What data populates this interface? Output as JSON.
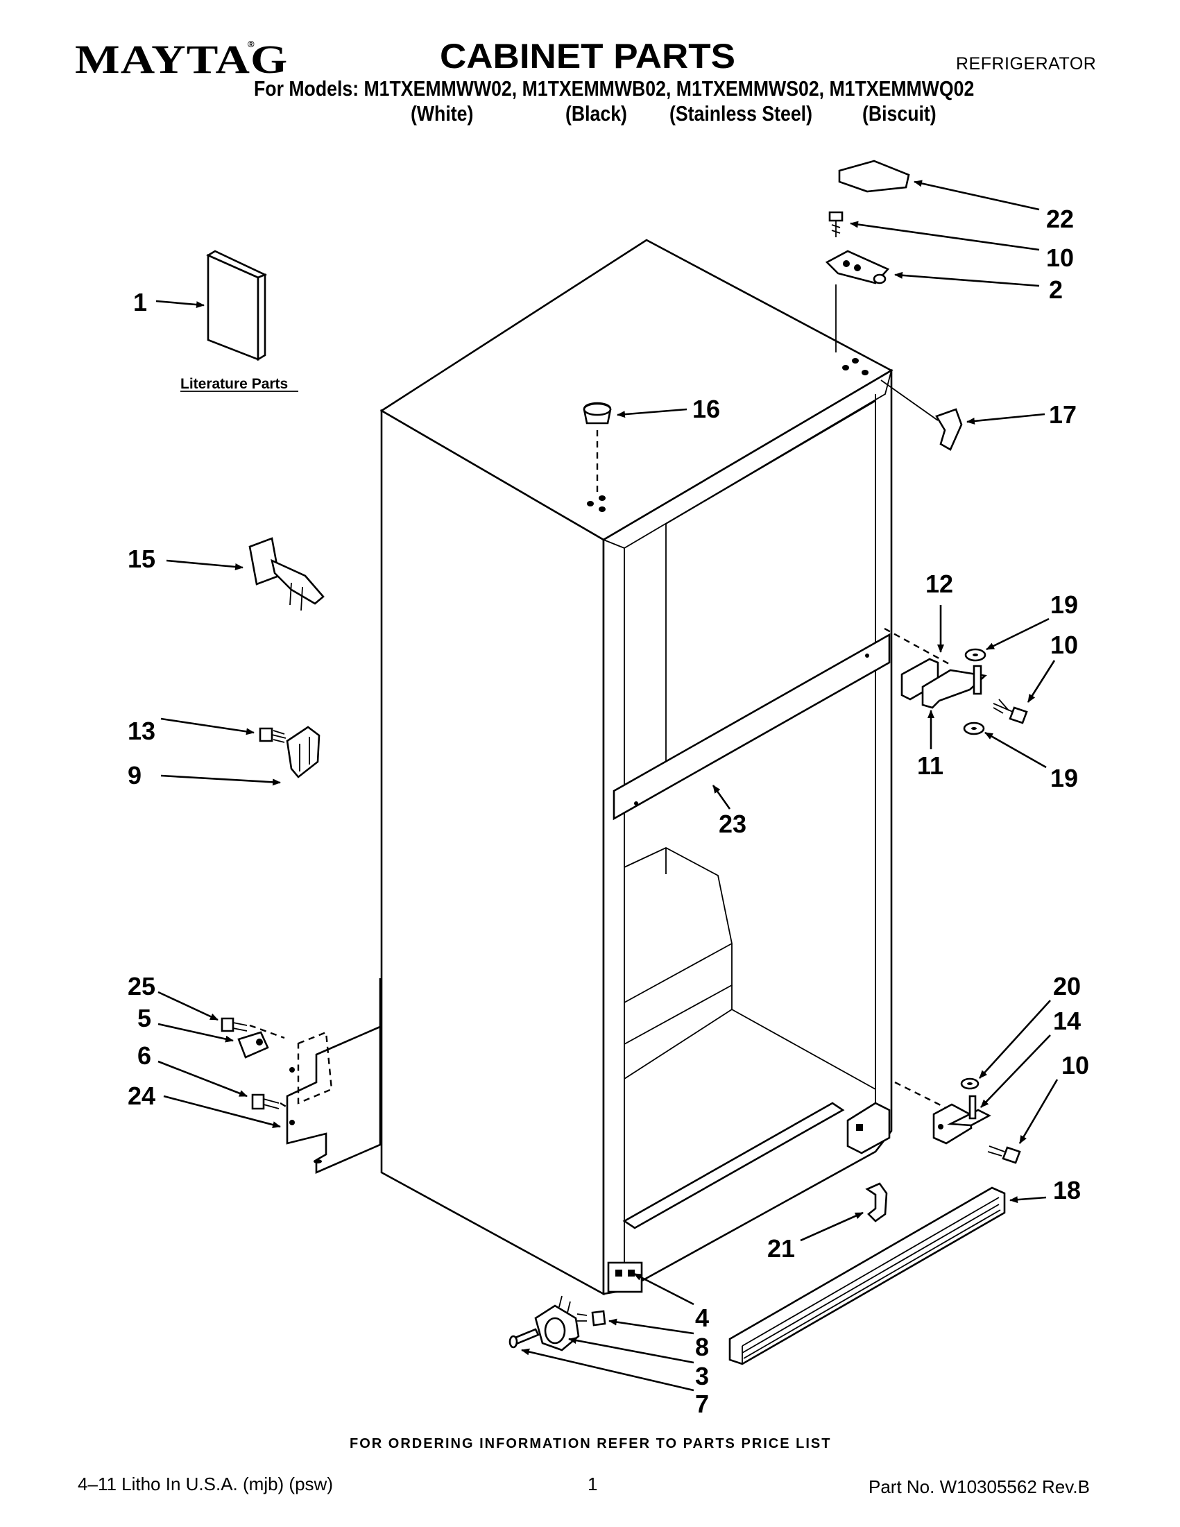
{
  "header": {
    "brand": "MAYTAG",
    "brand_mark": "®",
    "title": "CABINET PARTS",
    "category": "REFRIGERATOR",
    "models_line": "For Models: M1TXEMMWW02, M1TXEMMWB02, M1TXEMMWS02, M1TXEMMWQ02",
    "colors": [
      "(White)",
      "(Black)",
      "(Stainless Steel)",
      "(Biscuit)"
    ]
  },
  "diagram": {
    "literature_label": "Literature Parts",
    "callouts": {
      "c1": "1",
      "c22": "22",
      "c10a": "10",
      "c2": "2",
      "c16": "16",
      "c17": "17",
      "c15": "15",
      "c12": "12",
      "c19a": "19",
      "c10b": "10",
      "c11": "11",
      "c19b": "19",
      "c13": "13",
      "c9": "9",
      "c23": "23",
      "c25": "25",
      "c5": "5",
      "c6": "6",
      "c24": "24",
      "c20": "20",
      "c14": "14",
      "c10c": "10",
      "c18": "18",
      "c21": "21",
      "c4": "4",
      "c8": "8",
      "c3": "3",
      "c7": "7"
    }
  },
  "footer": {
    "note": "FOR ORDERING INFORMATION REFER TO PARTS PRICE LIST",
    "print_info": "4–11 Litho In U.S.A. (mjb) (psw)",
    "page_number": "1",
    "part_number": "Part No. W10305562 Rev.B"
  }
}
